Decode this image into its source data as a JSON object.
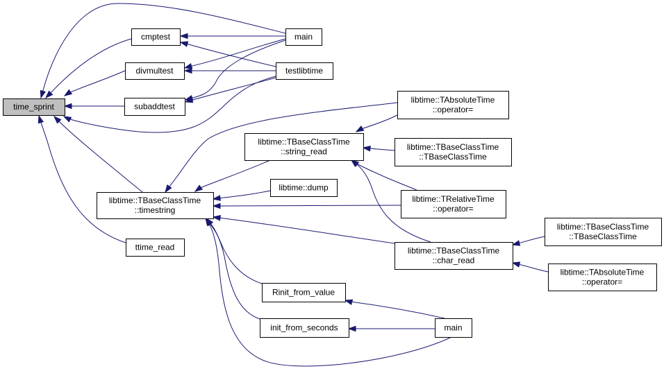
{
  "graph": {
    "nodes": {
      "time_sprint": {
        "lines": [
          "time_sprint"
        ],
        "root": true
      },
      "cmptest": {
        "lines": [
          "cmptest"
        ]
      },
      "divmultest": {
        "lines": [
          "divmultest"
        ]
      },
      "subaddtest": {
        "lines": [
          "subaddtest"
        ]
      },
      "main_top": {
        "lines": [
          "main"
        ]
      },
      "testlibtime": {
        "lines": [
          "testlibtime"
        ]
      },
      "timestring": {
        "lines": [
          "libtime::TBaseClassTime",
          "::timestring"
        ]
      },
      "ttime_read": {
        "lines": [
          "ttime_read"
        ]
      },
      "string_read": {
        "lines": [
          "libtime::TBaseClassTime",
          "::string_read"
        ]
      },
      "dump": {
        "lines": [
          "libtime::dump"
        ]
      },
      "tabs_op_a": {
        "lines": [
          "libtime::TAbsoluteTime",
          "::operator="
        ]
      },
      "tbase_ctor_a": {
        "lines": [
          "libtime::TBaseClassTime",
          "::TBaseClassTime"
        ]
      },
      "trel_op": {
        "lines": [
          "libtime::TRelativeTime",
          "::operator="
        ]
      },
      "char_read": {
        "lines": [
          "libtime::TBaseClassTime",
          "::char_read"
        ]
      },
      "tbase_ctor_b": {
        "lines": [
          "libtime::TBaseClassTime",
          "::TBaseClassTime"
        ]
      },
      "tabs_op_b": {
        "lines": [
          "libtime::TAbsoluteTime",
          "::operator="
        ]
      },
      "rinit": {
        "lines": [
          "Rinit_from_value"
        ]
      },
      "init_sec": {
        "lines": [
          "init_from_seconds"
        ]
      },
      "main_bottom": {
        "lines": [
          "main"
        ]
      }
    },
    "edges": [
      {
        "from": "cmptest",
        "to": "time_sprint"
      },
      {
        "from": "divmultest",
        "to": "time_sprint"
      },
      {
        "from": "subaddtest",
        "to": "time_sprint"
      },
      {
        "from": "main_top",
        "to": "time_sprint"
      },
      {
        "from": "testlibtime",
        "to": "time_sprint"
      },
      {
        "from": "timestring",
        "to": "time_sprint"
      },
      {
        "from": "ttime_read",
        "to": "time_sprint"
      },
      {
        "from": "main_top",
        "to": "cmptest"
      },
      {
        "from": "testlibtime",
        "to": "cmptest"
      },
      {
        "from": "main_top",
        "to": "divmultest"
      },
      {
        "from": "testlibtime",
        "to": "divmultest"
      },
      {
        "from": "main_top",
        "to": "subaddtest"
      },
      {
        "from": "testlibtime",
        "to": "subaddtest"
      },
      {
        "from": "tabs_op_a",
        "to": "timestring"
      },
      {
        "from": "string_read",
        "to": "timestring"
      },
      {
        "from": "dump",
        "to": "timestring"
      },
      {
        "from": "trel_op",
        "to": "timestring"
      },
      {
        "from": "char_read",
        "to": "timestring"
      },
      {
        "from": "rinit",
        "to": "timestring"
      },
      {
        "from": "init_sec",
        "to": "timestring"
      },
      {
        "from": "main_bottom",
        "to": "timestring"
      },
      {
        "from": "tabs_op_a",
        "to": "string_read"
      },
      {
        "from": "tbase_ctor_a",
        "to": "string_read"
      },
      {
        "from": "trel_op",
        "to": "string_read"
      },
      {
        "from": "char_read",
        "to": "string_read"
      },
      {
        "from": "tbase_ctor_b",
        "to": "char_read"
      },
      {
        "from": "tabs_op_b",
        "to": "char_read"
      },
      {
        "from": "main_bottom",
        "to": "rinit"
      },
      {
        "from": "main_bottom",
        "to": "init_sec"
      }
    ],
    "edge_color": "#191970",
    "root_fill": "#bfbfbf"
  }
}
